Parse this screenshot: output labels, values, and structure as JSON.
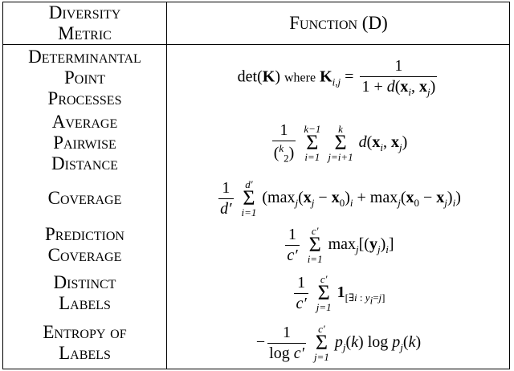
{
  "header": {
    "metric_line1": "Diversity",
    "metric_line2": "Metric",
    "function": "Function (D)"
  },
  "rows": [
    {
      "metric": [
        "Determinantal",
        "Point",
        "Processes"
      ],
      "formula": "det(K) where K_{i,j} = 1 / (1 + d(x_i, x_j))"
    },
    {
      "metric": [
        "Average",
        "Pairwise",
        "Distance"
      ],
      "formula": "1/C(k,2) Σ_{i=1}^{k-1} Σ_{j=i+1}^{k} d(x_i, x_j)"
    },
    {
      "metric": [
        "Coverage"
      ],
      "formula": "1/d' Σ_{i=1}^{d'} (max_j(x_j − x_0)_i + max_j(x_0 − x_j)_i)"
    },
    {
      "metric": [
        "Prediction",
        "Coverage"
      ],
      "formula": "1/c' Σ_{i=1}^{c'} max_j[(y_j)_i]"
    },
    {
      "metric": [
        "Distinct",
        "Labels"
      ],
      "formula": "1/c' Σ_{j=1}^{c'} 1_[∃i : y_i = j]"
    },
    {
      "metric": [
        "Entropy of",
        "Labels"
      ],
      "formula": "− 1/log c' Σ_{j=1}^{c'} p_j(k) log p_j(k)"
    }
  ],
  "where_text": "where"
}
